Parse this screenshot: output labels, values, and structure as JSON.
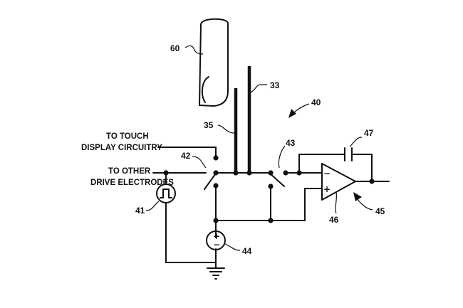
{
  "labels": {
    "touch_circuitry_line1": "TO TOUCH",
    "touch_circuitry_line2": "DISPLAY CIRCUITRY",
    "other_electrodes_line1": "TO OTHER",
    "other_electrodes_line2": "DRIVE ELECTRODES"
  },
  "refs": {
    "finger": "60",
    "electrode_33": "33",
    "electrode_35": "35",
    "circuit": "40",
    "switch_42": "42",
    "switch_43": "43",
    "capacitor": "47",
    "pulse_source": "41",
    "voltage_source": "44",
    "amplifier": "46",
    "output": "45"
  },
  "symbols": {
    "plus": "+",
    "minus": "−"
  },
  "icons": {
    "finger": "finger-icon",
    "pulse_source": "square-wave-source-icon",
    "voltage_source": "dc-voltage-source-icon",
    "ground": "ground-icon",
    "amplifier": "op-amp-icon",
    "capacitor": "capacitor-icon",
    "switch": "switch-icon"
  }
}
